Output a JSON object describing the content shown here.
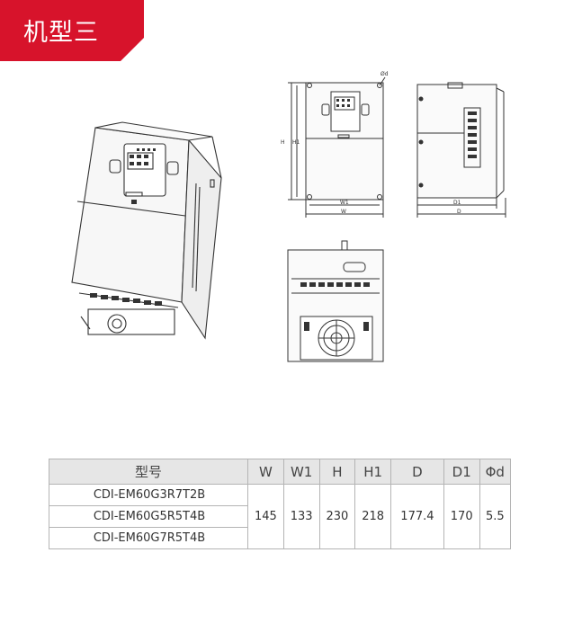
{
  "banner": {
    "title": "机型三",
    "color": "#d7132b"
  },
  "drawing_labels": {
    "hole": "Ød",
    "h": "H",
    "h1": "H1",
    "w1": "W1",
    "w": "W",
    "d1": "D1",
    "d": "D"
  },
  "table": {
    "headers": [
      "型号",
      "W",
      "W1",
      "H",
      "H1",
      "D",
      "D1",
      "Φd"
    ],
    "models": [
      "CDI-EM60G3R7T2B",
      "CDI-EM60G5R5T4B",
      "CDI-EM60G7R5T4B"
    ],
    "values": [
      "145",
      "133",
      "230",
      "218",
      "177.4",
      "170",
      "5.5"
    ]
  }
}
